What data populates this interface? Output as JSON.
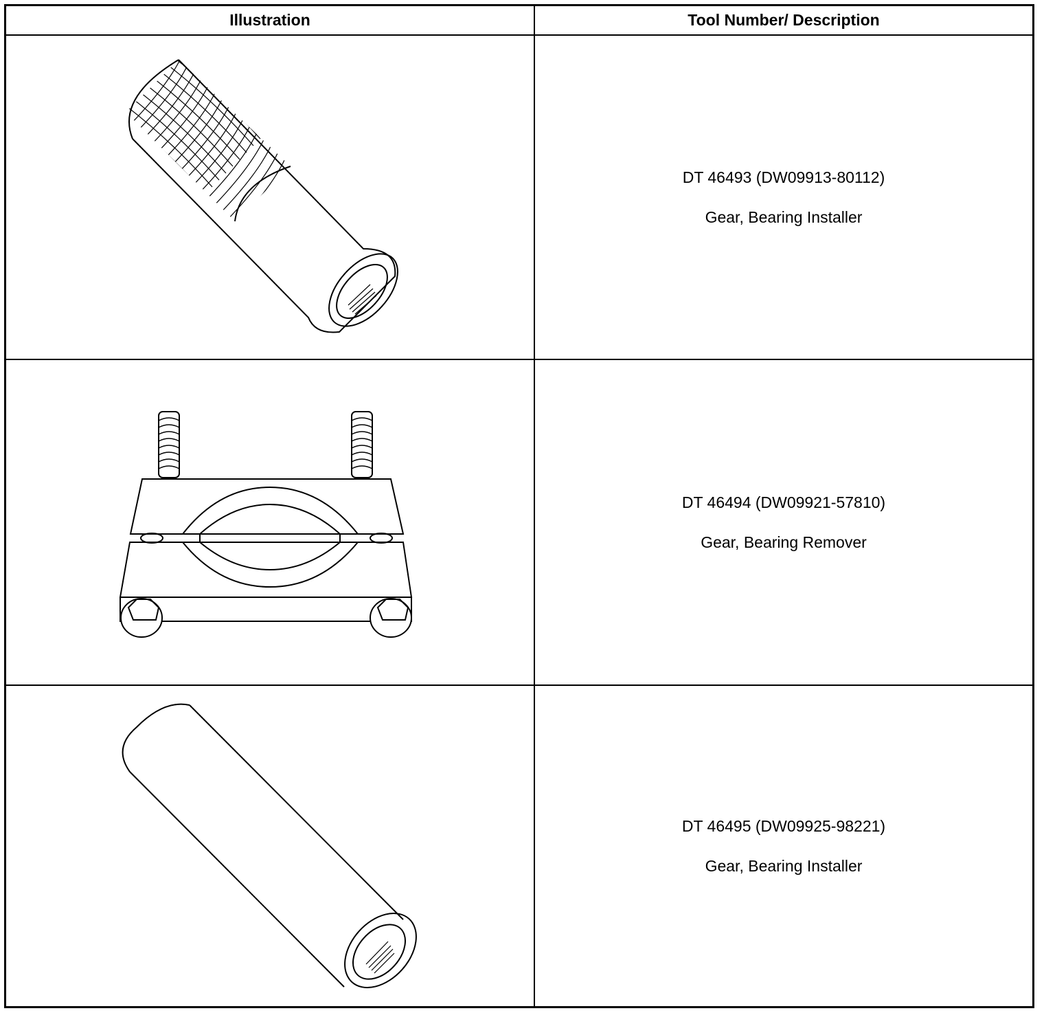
{
  "table": {
    "headers": {
      "illustration": "Illustration",
      "tool": "Tool Number/ Description"
    },
    "rows": [
      {
        "tool_number": "DT 46493 (DW09913-80112)",
        "description": "Gear, Bearing Installer",
        "illustration_icon": "knurled-bearing-installer-icon"
      },
      {
        "tool_number": "DT 46494 (DW09921-57810)",
        "description": "Gear, Bearing Remover",
        "illustration_icon": "split-bearing-remover-icon"
      },
      {
        "tool_number": "DT 46495 (DW09925-98221)",
        "description": "Gear, Bearing Installer",
        "illustration_icon": "tube-bearing-installer-icon"
      }
    ]
  }
}
